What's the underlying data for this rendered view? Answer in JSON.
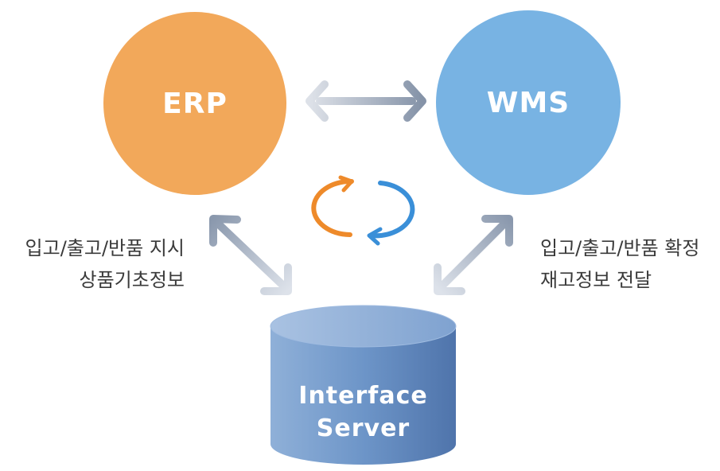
{
  "nodes": {
    "erp": {
      "label": "ERP",
      "color": "#f2a85a"
    },
    "wms": {
      "label": "WMS",
      "color": "#78b3e3"
    },
    "server": {
      "line1": "Interface",
      "line2": "Server",
      "color": "#5d86bd"
    }
  },
  "notes": {
    "left": {
      "line1": "입고/출고/반품 지시",
      "line2": "상품기초정보"
    },
    "right": {
      "line1": "입고/출고/반품 확정",
      "line2": "재고정보 전달"
    }
  },
  "colors": {
    "arrow": "#8a9aaf",
    "arrow_light": "#d4d9e2",
    "sync_orange": "#ee8a2a",
    "sync_blue": "#3a8fd8"
  },
  "icons": [
    "bidirectional-arrow-icon",
    "sync-cycle-icon"
  ]
}
